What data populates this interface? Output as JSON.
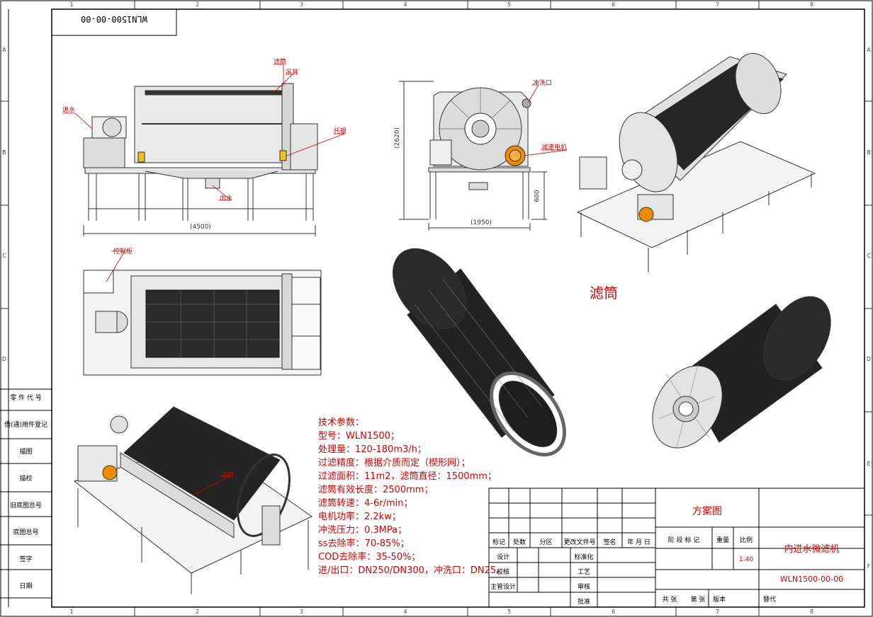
{
  "drawing_number_box": "WLN1500-00-00",
  "zones": {
    "columns": [
      "1",
      "2",
      "3",
      "4",
      "5",
      "6",
      "7",
      "8"
    ],
    "rows": [
      "A",
      "B",
      "C",
      "D",
      "E",
      "F"
    ]
  },
  "callouts": {
    "front_view": {
      "filter_drum": "滤筒",
      "lifting_lug": "吊耳",
      "water_inlet": "进水",
      "support_roller": "托辊",
      "water_outlet": "出水",
      "length_dim": "(4500)"
    },
    "side_view": {
      "flush_port": "冲洗口",
      "reducer_motor": "减速电机",
      "height_dim": "(2620)",
      "width_dim": "(1950)",
      "leg_dim": "600"
    },
    "top_view": {
      "control_cabinet": "控制柜"
    },
    "iso_bottom": {
      "label": "滤筒"
    },
    "drum_section_title": "滤筒"
  },
  "left_column": [
    "零 件 代 号",
    "借(通)用件登记",
    "描图",
    "描校",
    "旧底图总号",
    "底图总号",
    "签字",
    "日期"
  ],
  "tech_params": {
    "heading": "技术参数：",
    "lines": [
      "型号：WLN1500；",
      "处理量：120-180m3/h；",
      "过滤精度：根据介质而定（楔形网）；",
      "过滤面积：11m2，滤筒直径：1500mm；",
      "滤筒有效长度：2500mm；",
      "滤筒转速：4-6r/min；",
      "电机功率：2.2kw；",
      "冲洗压力：0.3MPa；",
      "ss去除率：70-85%；",
      "COD去除率：35-50%；",
      "进/出口：DN250/DN300，冲洗口：DN25。"
    ]
  },
  "title_block": {
    "drawing_type": "方案图",
    "product_name": "内进水微滤机",
    "drawing_number": "WLN1500-00-00",
    "scale": "1:40",
    "headers": [
      "标记",
      "处数",
      "分区",
      "更改文件号",
      "签名",
      "年 月 日"
    ],
    "stage_mark": "阶 段 标 记",
    "weight": "重量",
    "scale_label": "比例",
    "roles_left": [
      "设计",
      "校核",
      "主管设计"
    ],
    "roles_right": [
      "标准化",
      "工艺",
      "审核",
      "批准"
    ],
    "sheet_total": "共  张",
    "sheet_no": "第  张",
    "version": "版本",
    "replaces": "替代"
  }
}
